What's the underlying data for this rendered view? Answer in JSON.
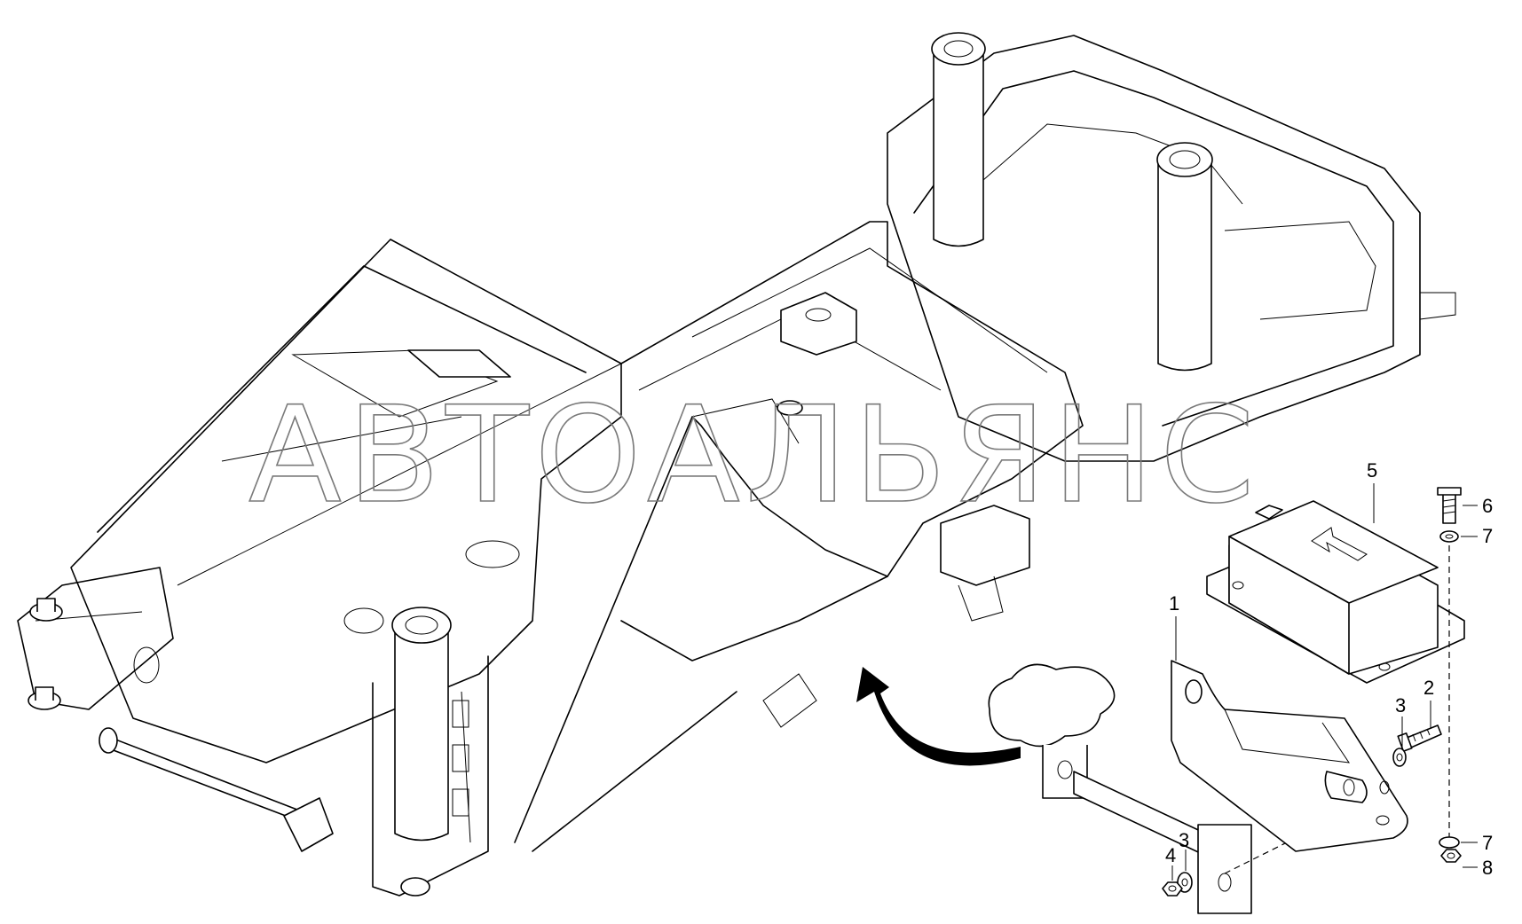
{
  "watermark": "АВТОАЛЬЯНС",
  "callouts": {
    "c1": "1",
    "c2": "2",
    "c3a": "3",
    "c3b": "3",
    "c4": "4",
    "c5": "5",
    "c6": "6",
    "c7a": "7",
    "c7b": "7",
    "c8": "8"
  }
}
